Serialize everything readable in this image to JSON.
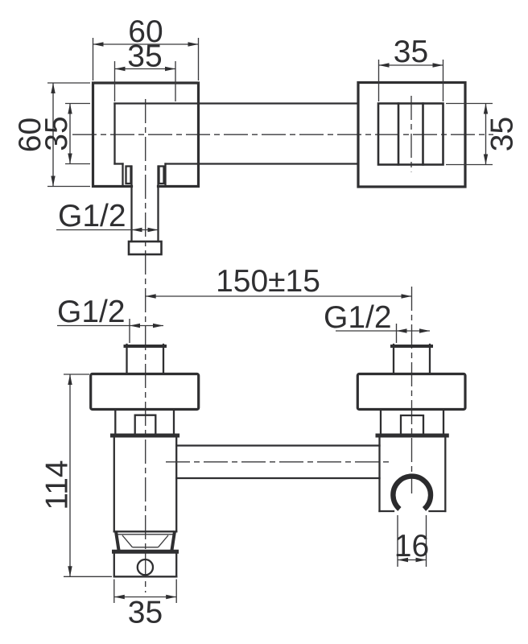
{
  "colors": {
    "background": "#ffffff",
    "line": "#2f2f31"
  },
  "top_view": {
    "width_outer": "60",
    "width_inner": "35",
    "height_outer": "60",
    "height_inner": "35",
    "holder_width": "35",
    "holder_height": "35",
    "thread": "G1/2"
  },
  "front_view": {
    "centers_distance": "150±15",
    "thread_left": "G1/2",
    "thread_right": "G1/2",
    "overall_height": "114",
    "holder_opening": "16",
    "body_width": "35"
  }
}
